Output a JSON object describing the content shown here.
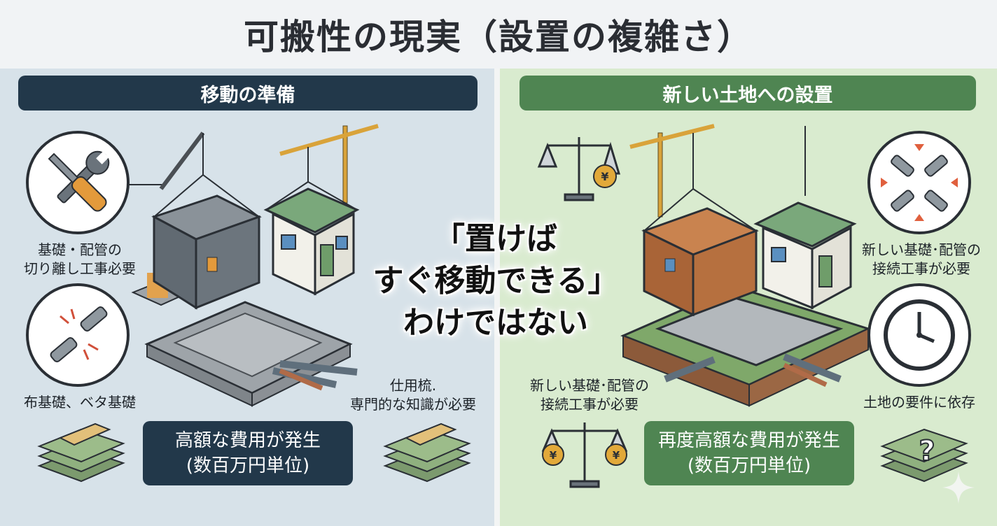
{
  "title": "可搬性の現実（設置の複雑さ）",
  "left": {
    "header": "移動の準備",
    "label_detach": "基礎・配管の\n切り離し工事必要",
    "label_foundation": "布基礎、ベタ基礎",
    "label_specialist": "仕用梳.\n専門的な知識が必要",
    "cost_line1": "高額な費用が発生",
    "cost_line2": "(数百万円単位)"
  },
  "right": {
    "header": "新しい土地への設置",
    "label_connect_top": "新しい基礎･配管の\n接続工事が必要",
    "label_connect_bottom": "新しい基礎･配管の\n接続工事が必要",
    "label_land": "土地の要件に依存",
    "cost_line1": "再度高額な費用が発生",
    "cost_line2": "(数百万円単位)"
  },
  "center": {
    "line1": "「置けば",
    "line2": "すぐ移動できる」",
    "line3": "わけではない"
  },
  "coin_symbol": "¥",
  "question_mark": "?",
  "colors": {
    "left_bg": "#d7e2e9",
    "right_bg": "#d9ebcf",
    "left_accent": "#22384a",
    "right_accent": "#4f8552"
  }
}
